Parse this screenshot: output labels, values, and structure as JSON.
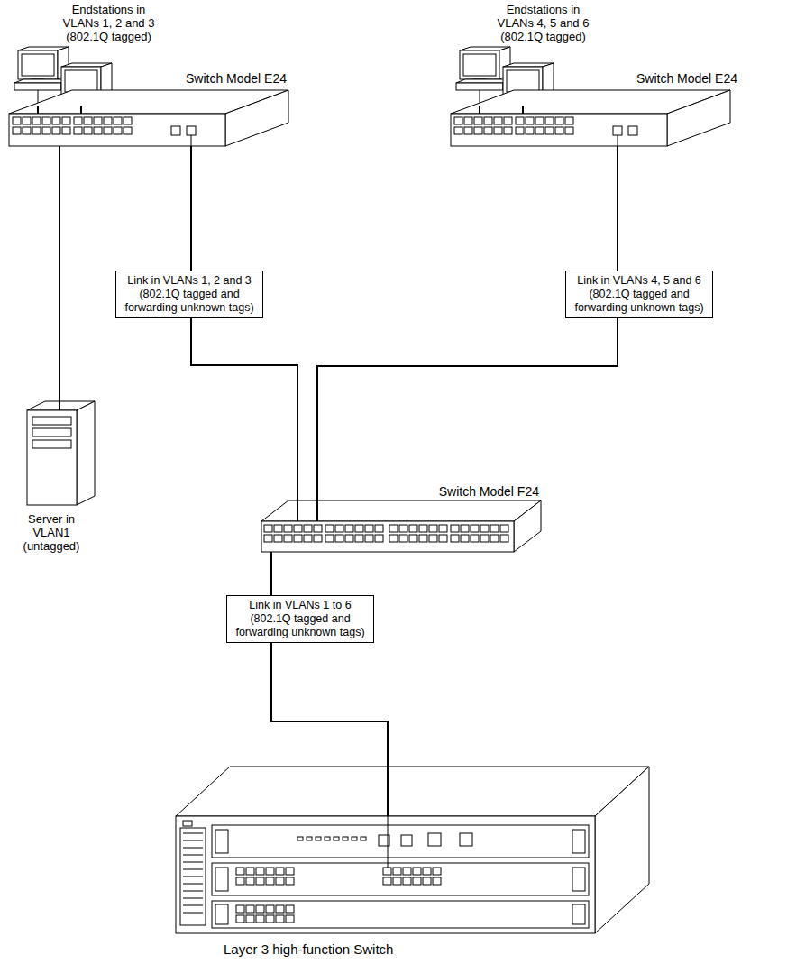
{
  "diagram": {
    "nodes": [
      {
        "text": [
          "Endstations in VLANs 1, 2 and 3 (802.1Q tagged)"
        ]
      },
      {
        "text": [
          "Endstations in VLANs 4, 5 and 6 (802.1Q tagged)"
        ]
      },
      {
        "text": [
          "Switch Model E24"
        ]
      },
      {
        "text": [
          "Switch Model E24"
        ]
      },
      {
        "text": [
          "Server in VLAN1 (untagged)"
        ]
      },
      {
        "text": [
          "Switch Model F24"
        ]
      },
      {
        "text": [
          "Layer 3 high-function Switch"
        ]
      }
    ],
    "edges": [
      {
        "from": 0,
        "to": 2,
        "arrow": "none"
      },
      {
        "from": 0,
        "to": 2,
        "arrow": "none"
      },
      {
        "from": 1,
        "to": 3,
        "arrow": "none"
      },
      {
        "from": 1,
        "to": 3,
        "arrow": "none"
      },
      {
        "from": 4,
        "to": 2,
        "arrow": "none"
      },
      {
        "from": 2,
        "to": 5,
        "label": "Link in VLANs 1, 2 and 3 (802.1Q tagged and forwarding unknown tags)",
        "arrow": "none"
      },
      {
        "from": 3,
        "to": 5,
        "label": "Link in VLANs 4, 5 and 6 (802.1Q tagged and forwarding unknown tags)",
        "arrow": "none"
      },
      {
        "from": 5,
        "to": 6,
        "label": "Link in VLANs 1 to 6 (802.1Q tagged and forwarding unknown tags)",
        "arrow": "none"
      }
    ]
  }
}
